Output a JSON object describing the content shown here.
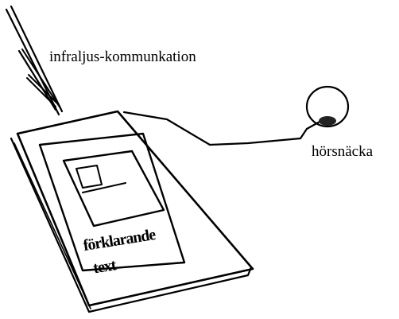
{
  "labels": {
    "infrared": "infraljus-kommunkation",
    "earpiece": "hörsnäcka",
    "screen_text_line1": "förklarande",
    "screen_text_line2": "text"
  },
  "colors": {
    "ink": "#000000",
    "earpiece_fill": "#222222",
    "background": "#ffffff"
  },
  "icons": {
    "device": "handheld-device-icon",
    "earpiece": "earpiece-icon"
  }
}
